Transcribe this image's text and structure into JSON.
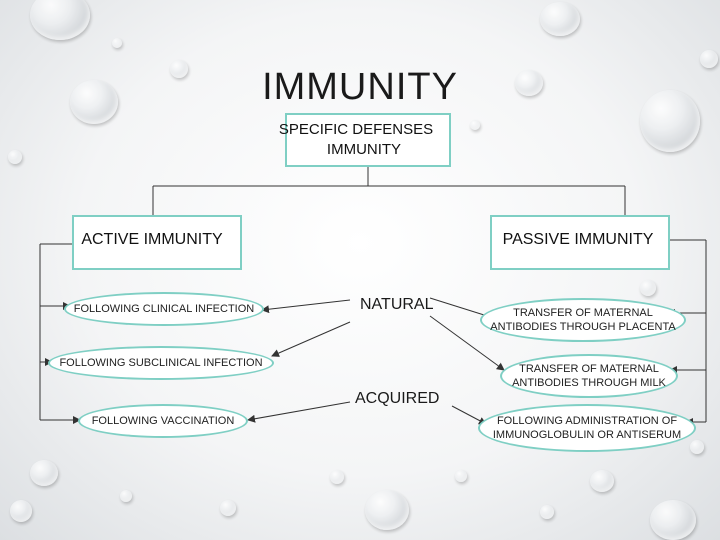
{
  "title": "IMMUNITY",
  "root": {
    "line1": "SPECIFIC DEFENSES",
    "line2": "IMMUNITY"
  },
  "active": {
    "label": "ACTIVE IMMUNITY",
    "items": [
      "FOLLOWING CLINICAL INFECTION",
      "FOLLOWING SUBCLINICAL INFECTION",
      "FOLLOWING VACCINATION"
    ]
  },
  "passive": {
    "label": "PASSIVE IMMUNITY",
    "items": [
      {
        "line1": "TRANSFER OF MATERNAL",
        "line2": "ANTIBODIES THROUGH PLACENTA"
      },
      {
        "line1": "TRANSFER OF MATERNAL",
        "line2": "ANTIBODIES THROUGH MILK"
      },
      {
        "line1": "FOLLOWING ADMINISTRATION OF",
        "line2": "IMMUNOGLOBULIN OR ANTISERUM"
      }
    ]
  },
  "center": {
    "natural": "NATURAL",
    "acquired": "ACQUIRED"
  },
  "colors": {
    "box_border": "#7fcfc4",
    "line": "#333333"
  }
}
